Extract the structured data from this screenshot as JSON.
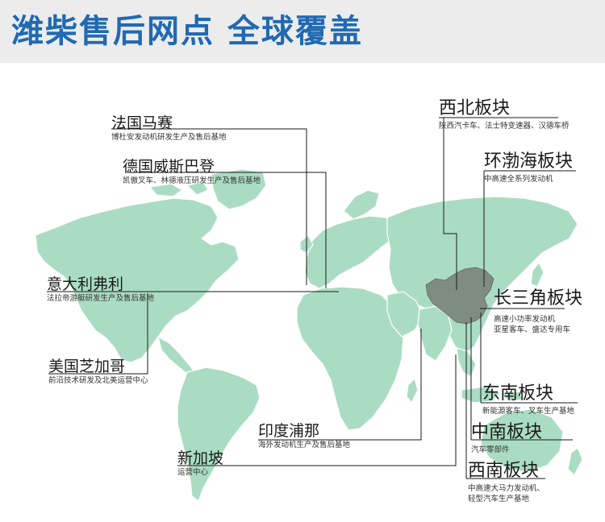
{
  "header": {
    "title": "潍柴售后网点 全球覆盖"
  },
  "colors": {
    "title": "#2069b3",
    "land": "#aadcc3",
    "land_stroke": "#ffffff",
    "china": "#7f8c82",
    "leader_line": "#1a1a1a"
  },
  "locations": {
    "marseille": {
      "name": "法国马赛",
      "desc": "博杜安发动机研发生产及售后基地"
    },
    "baden": {
      "name": "德国威斯巴登",
      "desc": "凯傲叉车、林德液压研发生产及售后基地"
    },
    "italy": {
      "name": "意大利弗利",
      "desc": "法拉帝游艇研发生产及售后基地"
    },
    "chicago": {
      "name": "美国芝加哥",
      "desc": "前沿技术研发及北美运营中心"
    },
    "singapore": {
      "name": "新加坡",
      "desc": "运营中心"
    },
    "pune": {
      "name": "印度浦那",
      "desc": "海外发动机生产及售后基地"
    },
    "northwest": {
      "name": "西北板块",
      "desc": "陕西汽卡车、法士特变速器、汉德车桥"
    },
    "bohai": {
      "name": "环渤海板块",
      "desc": "中高速全系列发动机"
    },
    "yangtze": {
      "name": "长三角板块",
      "desc": "高速小功率发动机",
      "desc2": "亚星客车、盛达专用车"
    },
    "southeast": {
      "name": "东南板块",
      "desc": "新能源客车、叉车生产基地"
    },
    "central": {
      "name": "中南板块",
      "desc": "汽车零部件"
    },
    "southwest": {
      "name": "西南板块",
      "desc": "中高速大马力发动机、",
      "desc2": "轻型汽车生产基地"
    }
  }
}
